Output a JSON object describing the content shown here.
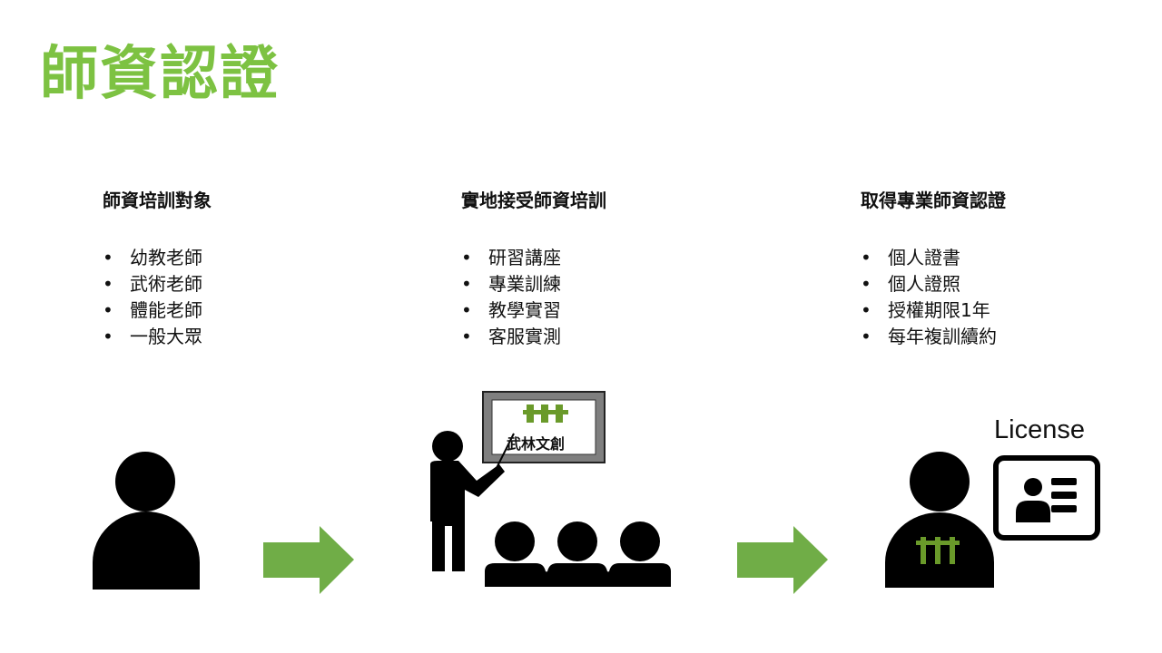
{
  "title": "師資認證",
  "columns": [
    {
      "heading": "師資培訓對象",
      "items": [
        "幼教老師",
        "武術老師",
        "體能老師",
        "一般大眾"
      ]
    },
    {
      "heading": "實地接受師資培訓",
      "items": [
        "研習講座",
        "專業訓練",
        "教學實習",
        "客服實測"
      ]
    },
    {
      "heading": "取得專業師資認證",
      "items": [
        "個人證書",
        "個人證照",
        "授權期限1年",
        "每年複訓續約"
      ]
    }
  ],
  "logo_text": "武林文創",
  "license_label": "License",
  "colors": {
    "title": "#7dc242",
    "arrow": "#70ad47",
    "logo": "#6a9a2a"
  }
}
